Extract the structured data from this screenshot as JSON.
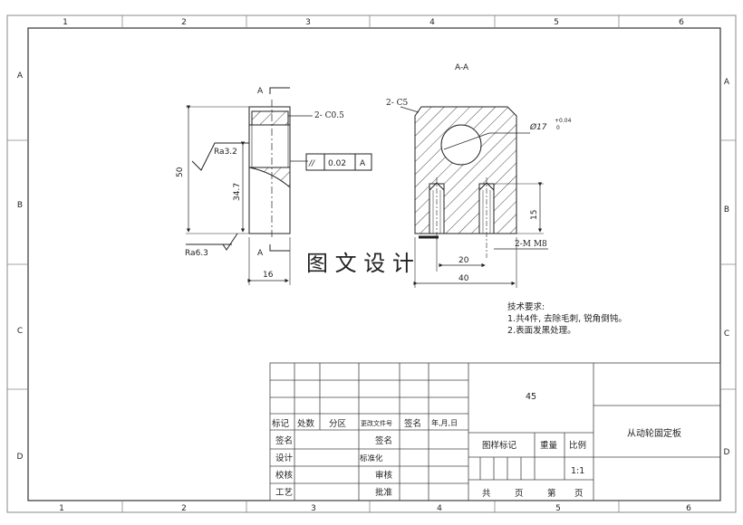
{
  "border": {
    "columns_top": [
      "1",
      "2",
      "3",
      "4",
      "5",
      "6"
    ],
    "columns_bottom": [
      "1",
      "2",
      "3",
      "4",
      "5",
      "6"
    ],
    "rows_left": [
      "A",
      "B",
      "C",
      "D"
    ],
    "rows_right": [
      "A",
      "B",
      "C",
      "D"
    ]
  },
  "side_view": {
    "section_mark_top": "A",
    "section_mark_bottom": "A",
    "chamfer_label": "2- C0.5",
    "roughness_top": "Ra3.2",
    "roughness_bottom": "Ra6.3",
    "dim_height": "50",
    "dim_inner": "34.7",
    "dim_width": "16",
    "tolerance_symbol": "//",
    "tolerance_value": "0.02",
    "tolerance_datum": "A"
  },
  "section_view": {
    "title": "A-A",
    "chamfer_label": "2- C5",
    "bore_diameter": "Ø17",
    "bore_tol_upper": "+0.04",
    "bore_tol_lower": "0",
    "dim_hole_depth": "15",
    "dim_spacing": "20",
    "dim_width": "40",
    "thread_label": "2-M M8"
  },
  "watermark": "图 文 设 计",
  "notes": {
    "title": "技术要求:",
    "line1": "1.共4件, 去除毛刺, 锐角倒钝。",
    "line2": "2.表面发黑处理。"
  },
  "title_block": {
    "material": "45",
    "part_name": "从动轮固定板",
    "header_labels": [
      "标记",
      "处数",
      "分区",
      "更改文件号",
      "签名",
      "年,月,日"
    ],
    "left_labels": [
      "签名",
      "设计",
      "校核",
      "工艺"
    ],
    "mid_labels": [
      "签名",
      "标准化",
      "审核",
      "批准"
    ],
    "mark_label": "图样标记",
    "weight_label": "重量",
    "scale_label": "比例",
    "scale_value": "1:1",
    "sheets_total": "共",
    "sheets_unit1": "页",
    "sheet_no": "第",
    "sheets_unit2": "页"
  }
}
